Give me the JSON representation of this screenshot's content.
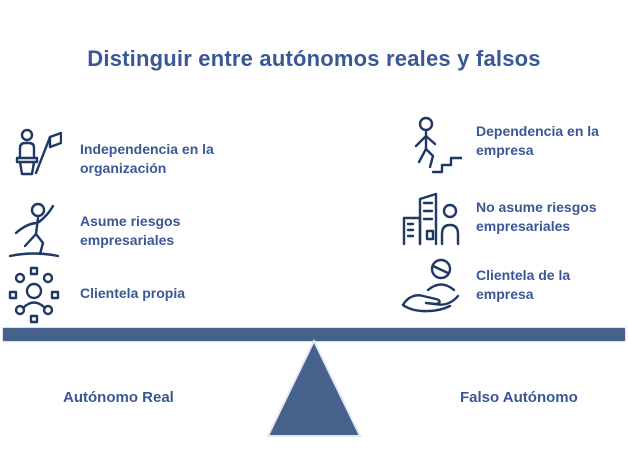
{
  "title": "Distinguir entre autónomos reales y falsos",
  "columns": {
    "left": {
      "items": [
        {
          "icon": "person-flag-podium-icon",
          "label": "Independencia en la\norganización"
        },
        {
          "icon": "tightrope-walker-icon",
          "label": "Asume riesgos\nempresariales"
        },
        {
          "icon": "clients-network-icon",
          "label": "Clientela propia"
        }
      ]
    },
    "right": {
      "items": [
        {
          "icon": "person-stairs-icon",
          "label": "Dependencia en la\nempresa"
        },
        {
          "icon": "building-person-icon",
          "label": "No asume riesgos\nempresariales"
        },
        {
          "icon": "hand-person-icon",
          "label": "Clientela de la\nempresa"
        }
      ]
    }
  },
  "balance": {
    "left_label": "Autónomo Real",
    "right_label": "Falso Autónomo"
  },
  "colors": {
    "text_blue": "#3A5796",
    "icon_navy": "#1F3864",
    "beam_fill": "#46618C",
    "background": "#FFFFFF"
  }
}
